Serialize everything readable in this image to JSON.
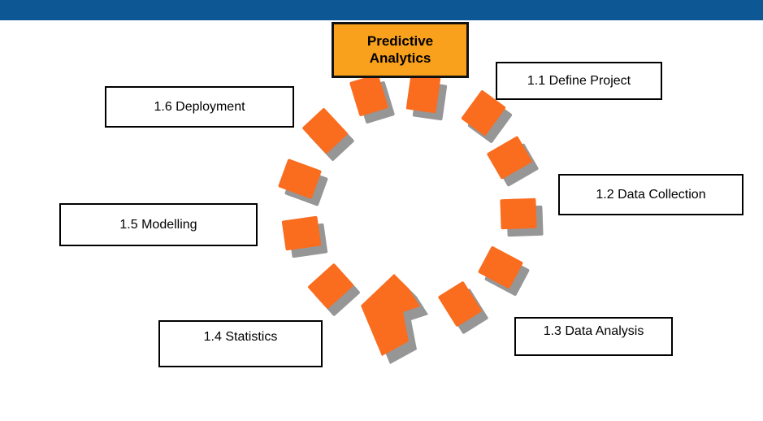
{
  "colors": {
    "top_bar": "#0d5795",
    "node_bg": "#ffffff",
    "node_border": "#000000",
    "center_bg": "#f9a11c",
    "arrow_orange": "#fa6c1e",
    "arrow_shadow": "#969696",
    "text": "#000000"
  },
  "diagram": {
    "center": {
      "label": "Predictive\nAnalytics"
    },
    "nodes": [
      {
        "id": "1.1",
        "label": "1.1 Define Project"
      },
      {
        "id": "1.2",
        "label": "1.2 Data Collection"
      },
      {
        "id": "1.3",
        "label": "1.3 Data Analysis"
      },
      {
        "id": "1.4",
        "label": "1.4 Statistics"
      },
      {
        "id": "1.5",
        "label": "1.5 Modelling"
      },
      {
        "id": "1.6",
        "label": "1.6 Deployment"
      }
    ],
    "cycle_direction": "clockwise"
  }
}
